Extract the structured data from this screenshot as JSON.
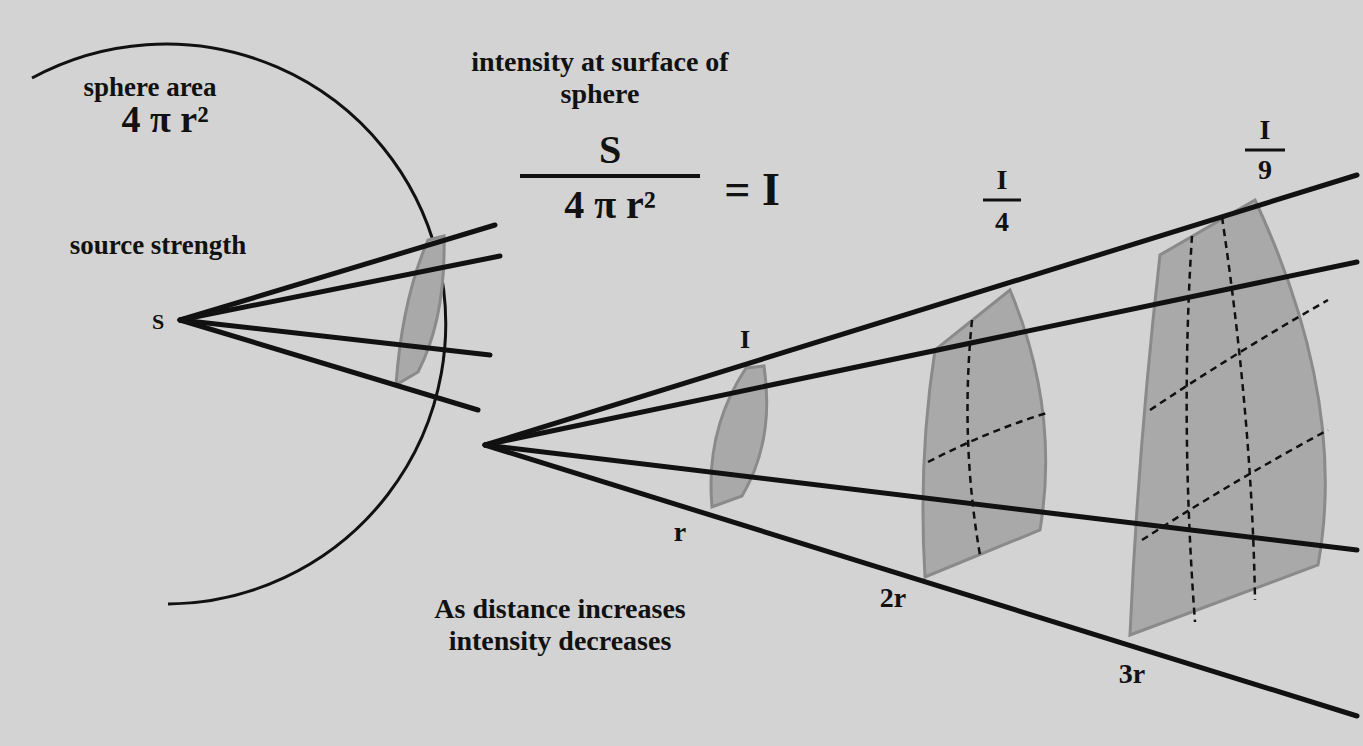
{
  "diagram": {
    "labels": [
      "sphere area",
      "4 π r²",
      "intensity at surface of sphere",
      "S",
      "4 π r²",
      "= I",
      "source strength",
      "S",
      "I",
      "I",
      "4",
      "I",
      "9",
      "r",
      "2r",
      "3r",
      "As distance increases intensity decreases"
    ]
  }
}
